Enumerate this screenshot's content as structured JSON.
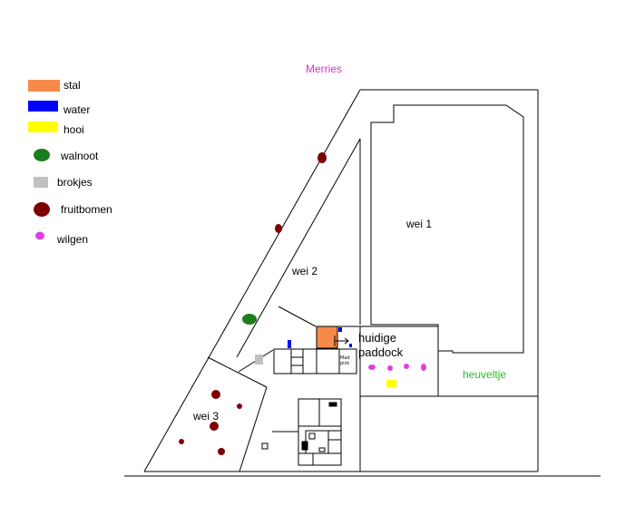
{
  "title": "Merries",
  "colors": {
    "stal": "#f58a4b",
    "water": "#0000ff",
    "hooi": "#ffff00",
    "walnoot": "#1a7f1a",
    "brokjes": "#c0c0c0",
    "fruitbomen": "#7f0000",
    "wilgen": "#e040e0",
    "title": "#d92ed9",
    "heuveltje": "#22c422"
  },
  "legend": {
    "stal": "stal",
    "water": "water",
    "hooi": "hooi",
    "walnoot": "walnoot",
    "brokjes": "brokjes",
    "fruitbomen": "fruitbomen",
    "wilgen": "wilgen"
  },
  "areas": {
    "wei1": "wei 1",
    "wei2": "wei 2",
    "wei3": "wei 3",
    "paddock_line1": "huidige",
    "paddock_line2": "paddock",
    "heuveltje": "heuveltje",
    "small_label_line1": "Mad",
    "small_label_line2": "pick"
  }
}
